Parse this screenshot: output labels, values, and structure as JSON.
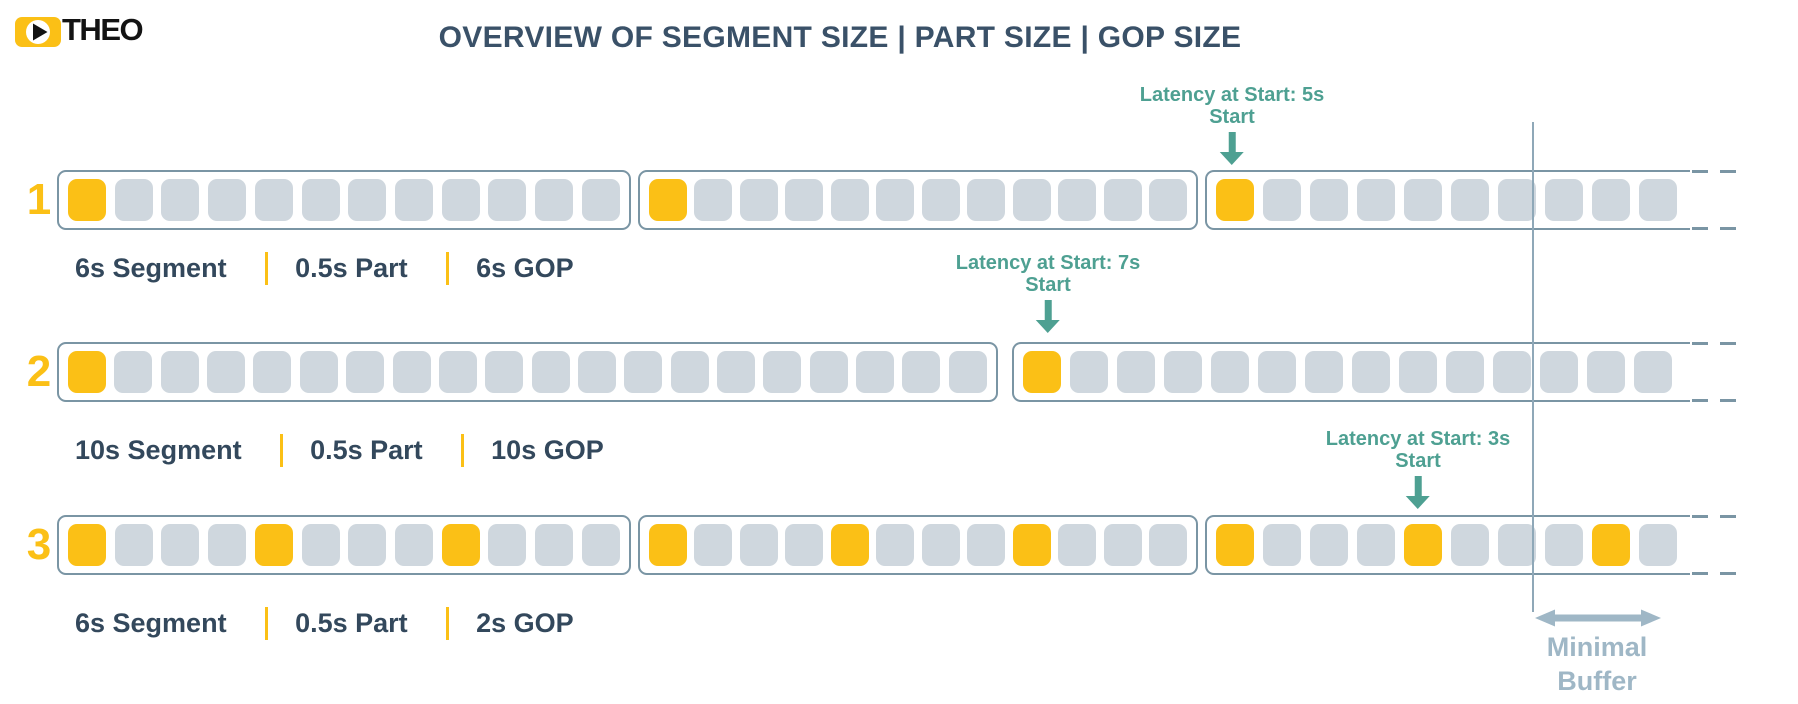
{
  "logo": {
    "brand": "THEO",
    "mark_icon": "play-icon"
  },
  "title": "OVERVIEW OF SEGMENT SIZE | PART SIZE | GOP SIZE",
  "colors": {
    "accent-yellow": "#FBC016",
    "part-gray": "#CFD7DE",
    "border-slate": "#7A95A4",
    "title-navy": "#3A5168",
    "label-navy": "#33485C",
    "annotation-teal": "#4EA092",
    "buffer-slate": "#9FB7C6",
    "line-slate": "#8FA8B8",
    "logo-black": "#131313"
  },
  "rows": [
    {
      "number": "1",
      "labels": [
        "6s Segment",
        "0.5s Part",
        "6s GOP"
      ],
      "annotation": {
        "line1": "Latency at Start: 5s",
        "line2": "Start",
        "arrow_icon": "arrow-down-icon"
      },
      "segments": [
        {
          "parts": 12,
          "yellow_indices": [
            0
          ],
          "open_end": false
        },
        {
          "parts": 12,
          "yellow_indices": [
            0
          ],
          "open_end": false
        },
        {
          "parts": 10,
          "yellow_indices": [
            0
          ],
          "open_end": true
        }
      ]
    },
    {
      "number": "2",
      "labels": [
        "10s Segment",
        "0.5s Part",
        "10s GOP"
      ],
      "annotation": {
        "line1": "Latency at Start: 7s",
        "line2": "Start",
        "arrow_icon": "arrow-down-icon"
      },
      "segments": [
        {
          "parts": 20,
          "yellow_indices": [
            0
          ],
          "open_end": false
        },
        {
          "parts": 14,
          "yellow_indices": [
            0
          ],
          "open_end": true
        }
      ]
    },
    {
      "number": "3",
      "labels": [
        "6s Segment",
        "0.5s Part",
        "2s GOP"
      ],
      "annotation": {
        "line1": "Latency at Start: 3s",
        "line2": "Start",
        "arrow_icon": "arrow-down-icon"
      },
      "segments": [
        {
          "parts": 12,
          "yellow_indices": [
            0,
            4,
            8
          ],
          "open_end": false
        },
        {
          "parts": 12,
          "yellow_indices": [
            0,
            4,
            8
          ],
          "open_end": false
        },
        {
          "parts": 10,
          "yellow_indices": [
            0,
            4,
            8
          ],
          "open_end": true
        }
      ]
    }
  ],
  "minimal_buffer": {
    "line1": "Minimal",
    "line2": "Buffer",
    "arrow_icon": "double-arrow-icon"
  }
}
